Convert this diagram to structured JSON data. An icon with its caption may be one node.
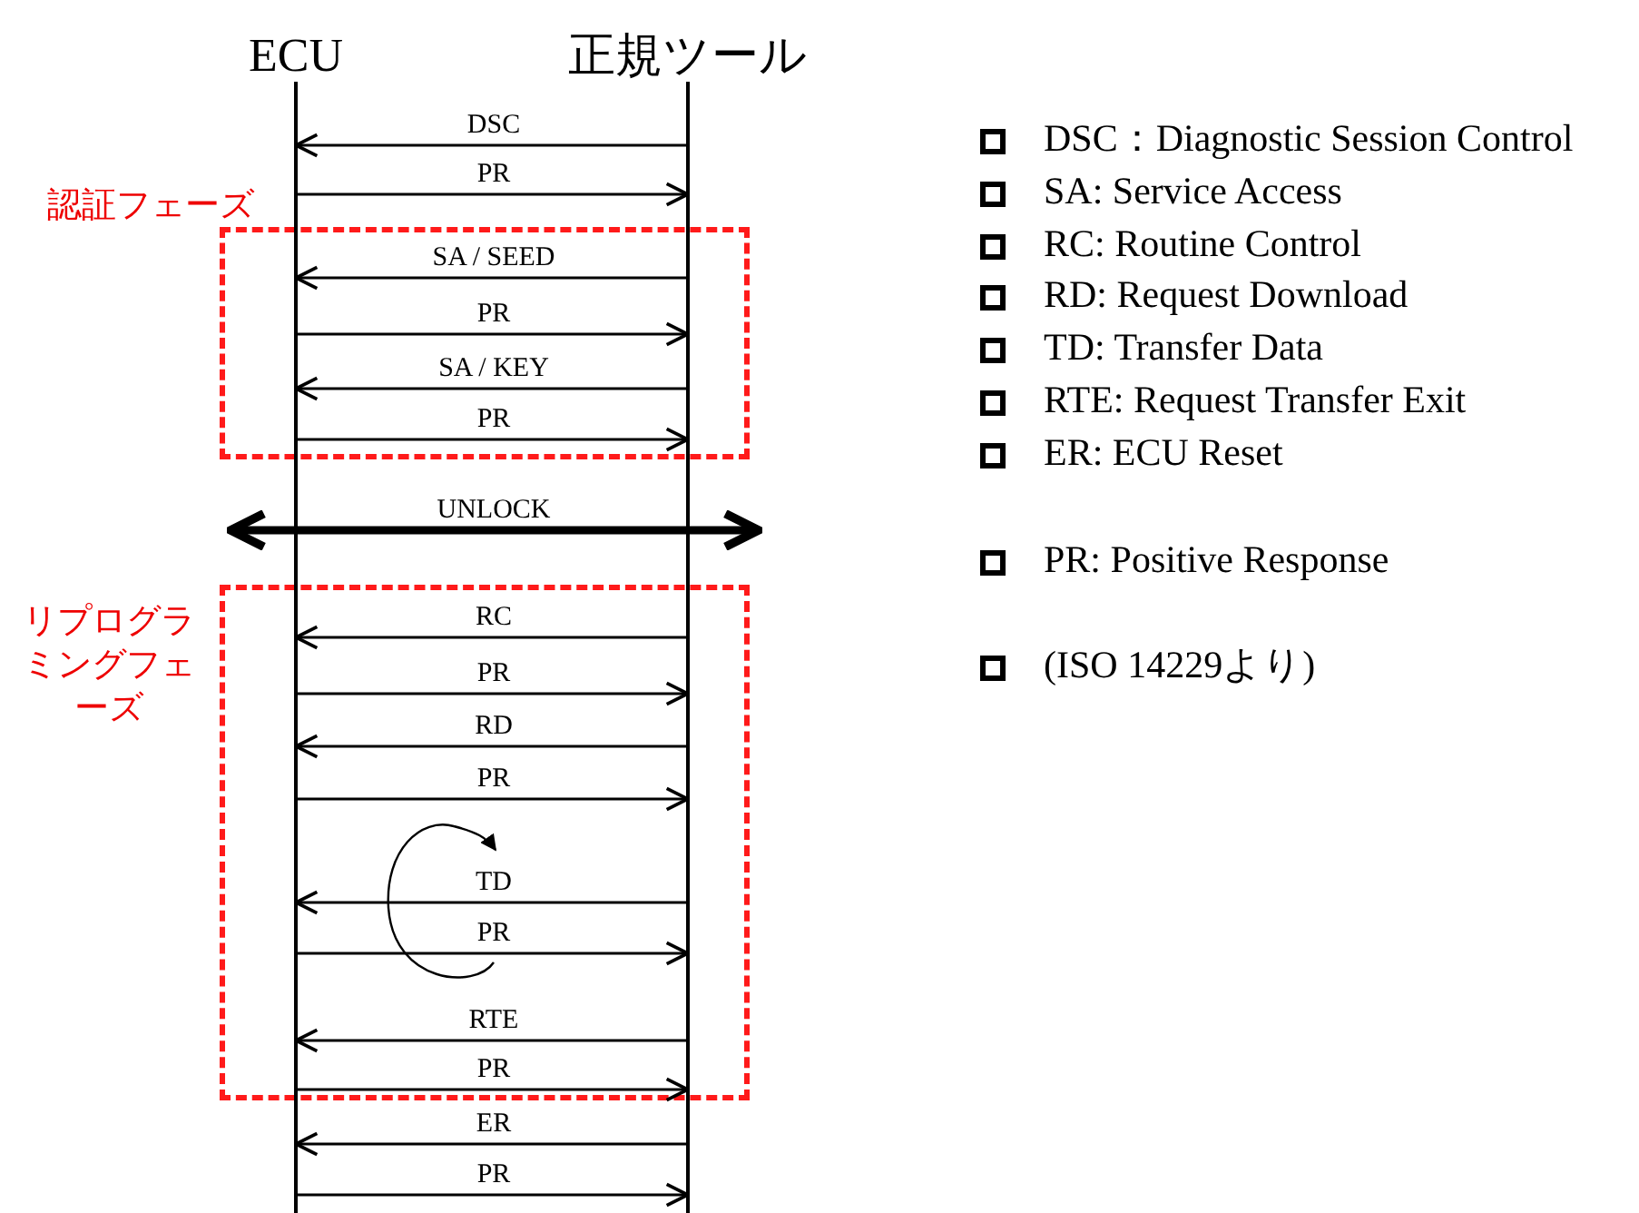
{
  "diagram": {
    "nodes": [
      {
        "text": [
          "ECU"
        ]
      },
      {
        "text": [
          "正規ツール"
        ]
      }
    ],
    "edges": [
      {
        "from": 1,
        "to": 0,
        "arrow": "to",
        "label": "DSC"
      },
      {
        "from": 0,
        "to": 1,
        "arrow": "to",
        "label": "PR"
      },
      {
        "from": 1,
        "to": 0,
        "arrow": "to",
        "label": "SA / SEED"
      },
      {
        "from": 0,
        "to": 1,
        "arrow": "to",
        "label": "PR"
      },
      {
        "from": 1,
        "to": 0,
        "arrow": "to",
        "label": "SA / KEY"
      },
      {
        "from": 0,
        "to": 1,
        "arrow": "to",
        "label": "PR"
      },
      {
        "from": 0,
        "to": 1,
        "arrow": "both",
        "label": "UNLOCK",
        "style": "thick"
      },
      {
        "from": 1,
        "to": 0,
        "arrow": "to",
        "label": "RC"
      },
      {
        "from": 0,
        "to": 1,
        "arrow": "to",
        "label": "PR"
      },
      {
        "from": 1,
        "to": 0,
        "arrow": "to",
        "label": "RD"
      },
      {
        "from": 0,
        "to": 1,
        "arrow": "to",
        "label": "PR"
      },
      {
        "from": 1,
        "to": 0,
        "arrow": "to",
        "label": "TD"
      },
      {
        "from": 0,
        "to": 1,
        "arrow": "to",
        "label": "PR"
      },
      {
        "from": 1,
        "to": 0,
        "arrow": "to",
        "label": "RTE"
      },
      {
        "from": 0,
        "to": 1,
        "arrow": "to",
        "label": "PR"
      },
      {
        "from": 1,
        "to": 0,
        "arrow": "to",
        "label": "ER"
      },
      {
        "from": 0,
        "to": 1,
        "arrow": "to",
        "label": "PR"
      }
    ],
    "labels": [
      "認証フェーズ",
      "リプログラミングフェーズ",
      "DSC：Diagnostic Session Control",
      "SA: Service Access",
      "RC: Routine Control",
      "RD: Request Download",
      "TD: Transfer Data",
      "RTE: Request Transfer Exit",
      "ER: ECU Reset",
      "PR: Positive Response",
      "(ISO 14229より)"
    ]
  }
}
